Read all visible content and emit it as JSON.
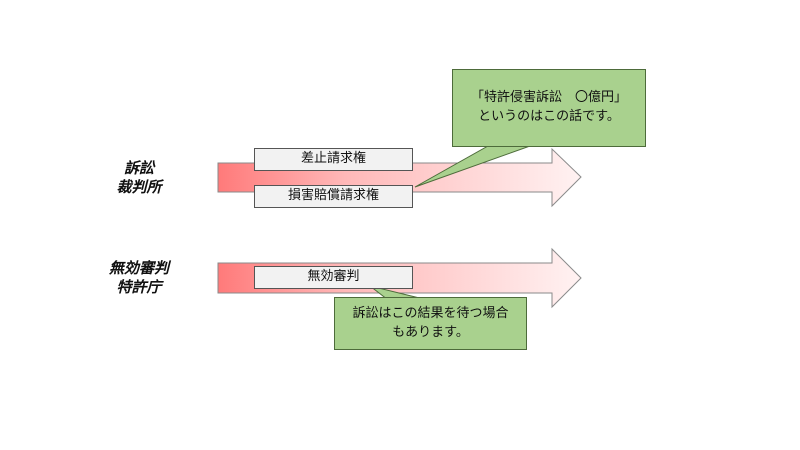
{
  "rows": [
    {
      "label_lines": [
        "訴訟",
        "裁判所"
      ],
      "boxes": [
        "差止請求権",
        "損害賠償請求権"
      ]
    },
    {
      "label_lines": [
        "無効審判",
        "特許庁"
      ],
      "boxes": [
        "無効審判"
      ]
    }
  ],
  "callouts": [
    {
      "lines": [
        "「特許侵害訴訟　〇億円」",
        "というのはこの話です。"
      ]
    },
    {
      "lines": [
        "訴訟はこの結果を待つ場合",
        "もあります。"
      ]
    }
  ],
  "colors": {
    "arrow_start": "#ff8080",
    "arrow_end": "#ffffff",
    "callout_fill": "#a9d18e",
    "box_fill": "#f2f2f2"
  }
}
